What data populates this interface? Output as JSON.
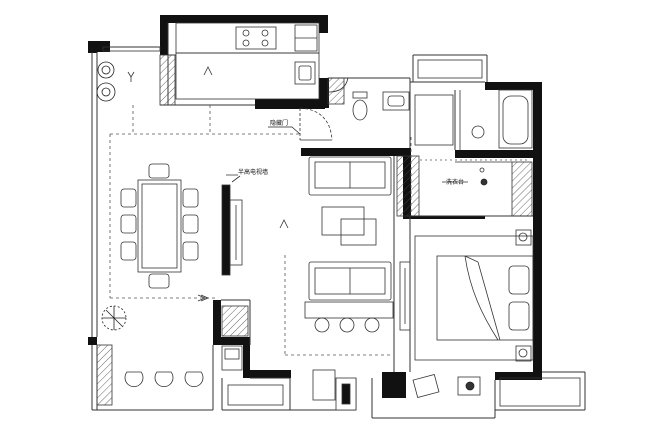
{
  "labels": {
    "hidden_door": "隐藏门",
    "tv_wall": "半高电视墙",
    "balcony_counter": "洗衣台"
  },
  "colors": {
    "wall": "#111111",
    "line": "#333333",
    "hatch": "#444444",
    "dash": "#555555",
    "background": "#ffffff"
  },
  "icons": {
    "door_swings": [
      "hidden-door-swing",
      "bedroom-door-swing",
      "kitchen-door-swing"
    ],
    "plants": [
      "plant-icon"
    ],
    "stove": "stove-icon",
    "sinks": [
      "kitchen-sink-icon",
      "bathroom-sink-icon"
    ],
    "toilet": "toilet-icon",
    "bathtub": "bathtub-icon",
    "bed": "bed-icon",
    "washer": "washer-icon"
  }
}
